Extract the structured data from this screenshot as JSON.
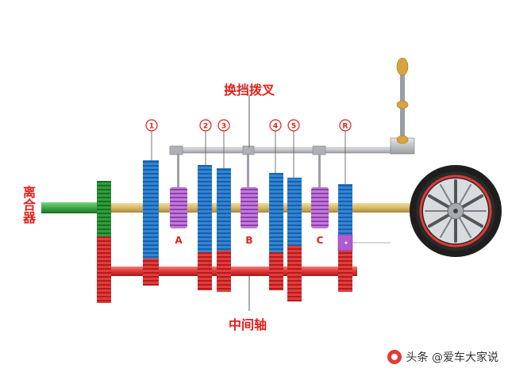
{
  "labels": {
    "shift_fork": "换挡拨叉",
    "clutch": "离合器",
    "countershaft": "中间轴",
    "sync_a": "A",
    "sync_b": "B",
    "sync_c": "C",
    "gear_1": "1",
    "gear_2": "2",
    "gear_3": "3",
    "gear_4": "4",
    "gear_5": "5",
    "gear_r": "R"
  },
  "watermark": "头条 @爱车大家说",
  "colors": {
    "label_red": "#e0211b",
    "main_gear_blue": "#2f86d6",
    "counter_gear_red": "#e53b3b",
    "input_gear_green": "#2e9e3a",
    "synchro_purple": "#b05ad0",
    "shaft_gold": "#d8b868",
    "fork_gray": "#b8bcc0",
    "tire_red_ring": "#e53935"
  },
  "icons": [
    "shift-lever-icon",
    "wheel-icon"
  ]
}
